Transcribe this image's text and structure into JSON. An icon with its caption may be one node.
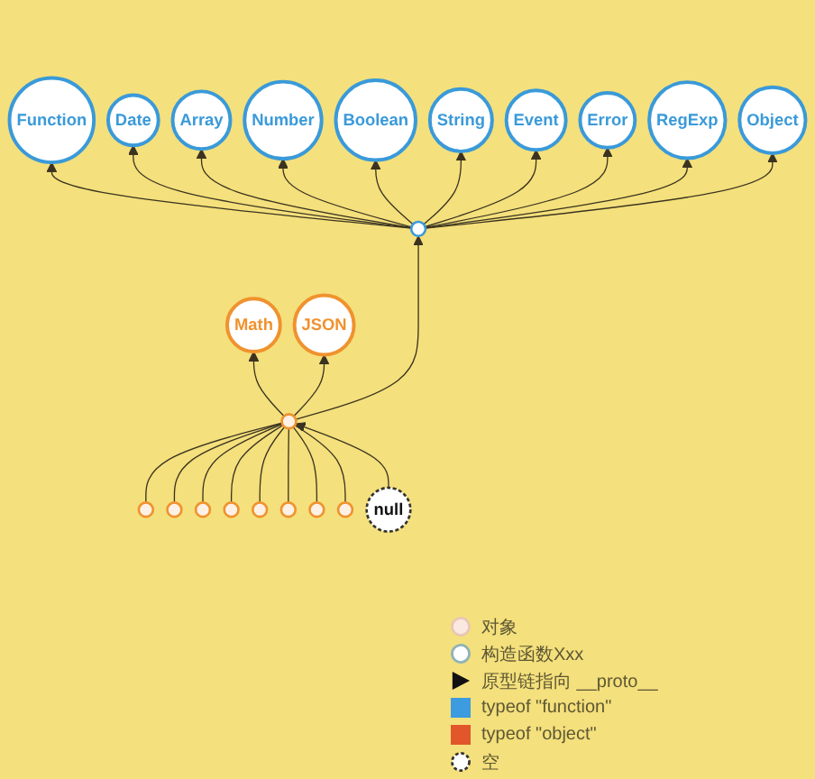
{
  "diagram": {
    "nodes": [
      {
        "text": [
          "Function"
        ]
      },
      {
        "text": [],
        "shape": "circle"
      },
      {
        "text": [
          "Date"
        ]
      },
      {
        "text": [],
        "shape": "circle"
      },
      {
        "text": [
          "Array"
        ]
      },
      {
        "text": [],
        "shape": "circle"
      },
      {
        "text": [
          "Number"
        ]
      },
      {
        "text": [],
        "shape": "circle"
      },
      {
        "text": [
          "Boolean"
        ]
      },
      {
        "text": [],
        "shape": "circle"
      },
      {
        "text": [
          "String"
        ]
      },
      {
        "text": [],
        "shape": "circle"
      },
      {
        "text": [
          "Event"
        ]
      },
      {
        "text": [],
        "shape": "circle"
      },
      {
        "text": [
          "Error"
        ]
      },
      {
        "text": [],
        "shape": "circle"
      },
      {
        "text": [
          "RegExp"
        ]
      },
      {
        "text": [],
        "shape": "circle"
      },
      {
        "text": [
          "Object"
        ]
      },
      {
        "text": [],
        "shape": "circle"
      },
      {
        "text": [
          "Math"
        ]
      },
      {
        "text": [
          "JSON"
        ]
      },
      {
        "text": [
          "null"
        ]
      }
    ],
    "edges": [
      {
        "from": 1,
        "to": 0,
        "arrow": "to"
      },
      {
        "from": 1,
        "to": 2,
        "arrow": "to"
      },
      {
        "from": 1,
        "to": 4,
        "arrow": "to"
      },
      {
        "from": 1,
        "to": 6,
        "arrow": "to"
      },
      {
        "from": 1,
        "to": 8,
        "arrow": "to"
      },
      {
        "from": 1,
        "to": 10,
        "arrow": "to"
      },
      {
        "from": 1,
        "to": 12,
        "arrow": "to"
      },
      {
        "from": 1,
        "to": 14,
        "arrow": "to"
      },
      {
        "from": 1,
        "to": 16,
        "arrow": "to"
      },
      {
        "from": 1,
        "to": 18,
        "arrow": "to"
      },
      {
        "from": 19,
        "to": 1,
        "arrow": "to"
      },
      {
        "from": 3,
        "to": 19,
        "arrow": "none"
      },
      {
        "from": 5,
        "to": 19,
        "arrow": "none"
      },
      {
        "from": 7,
        "to": 19,
        "arrow": "none"
      },
      {
        "from": 9,
        "to": 19,
        "arrow": "none"
      },
      {
        "from": 11,
        "to": 19,
        "arrow": "none"
      },
      {
        "from": 13,
        "to": 19,
        "arrow": "none"
      },
      {
        "from": 15,
        "to": 19,
        "arrow": "none"
      },
      {
        "from": 17,
        "to": 19,
        "arrow": "none"
      },
      {
        "from": 19,
        "to": 20,
        "arrow": "to"
      },
      {
        "from": 19,
        "to": 21,
        "arrow": "to"
      },
      {
        "from": 22,
        "to": 19,
        "arrow": "to"
      }
    ],
    "legend": [
      {
        "text": "对象"
      },
      {
        "text": "构造函数Xxx"
      },
      {
        "text": "原型链指向 __proto__"
      },
      {
        "text": "typeof \"function\"",
        "color": "#3d9be0"
      },
      {
        "text": "typeof \"object\"",
        "color": "#e2562b"
      },
      {
        "text": "空"
      }
    ]
  }
}
